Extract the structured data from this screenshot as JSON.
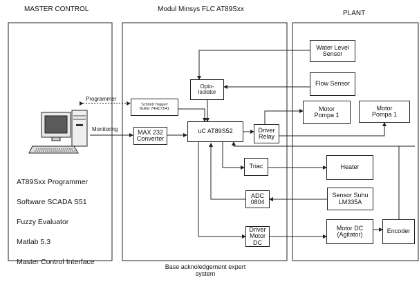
{
  "headers": {
    "master": "MASTER CONTROL",
    "module": "Modul Minsys FLC AT89Sxx",
    "plant": "PLANT"
  },
  "master_list": [
    "AT89Sxx Programmer",
    "Software SCADA S51",
    "Fuzzy Evaluator",
    "Matlab 5.3",
    "Master Control Interface"
  ],
  "links": {
    "programmer": "Programmer",
    "monitoring": "Monitoring"
  },
  "blocks": {
    "schmitt": "Schmitt Trigger/\nBuffer 74HCT541",
    "max232": "MAX 232\nConverter",
    "opto": "Opto-\nIsolator",
    "uc": "uC AT89S52",
    "driver_relay": "Driver\nRelay",
    "triac": "Triac",
    "adc": "ADC\n0804",
    "driver_motor": "Driver\nMotor DC"
  },
  "plant_blocks": {
    "water_level": "Water Level\nSensor",
    "flow": "Flow Sensor",
    "pompa_left": "Motor\nPompa 1",
    "pompa_right": "Motor\nPompa 1",
    "heater": "Heater",
    "sensor_suhu": "Sensor Suhu\nLM335A",
    "motor_dc": "Motor DC\n(Agitator)",
    "encoder": "Encoder"
  },
  "footer": "Base acknoledgement expert\nsystem",
  "icons": {
    "computer": "computer-icon"
  }
}
